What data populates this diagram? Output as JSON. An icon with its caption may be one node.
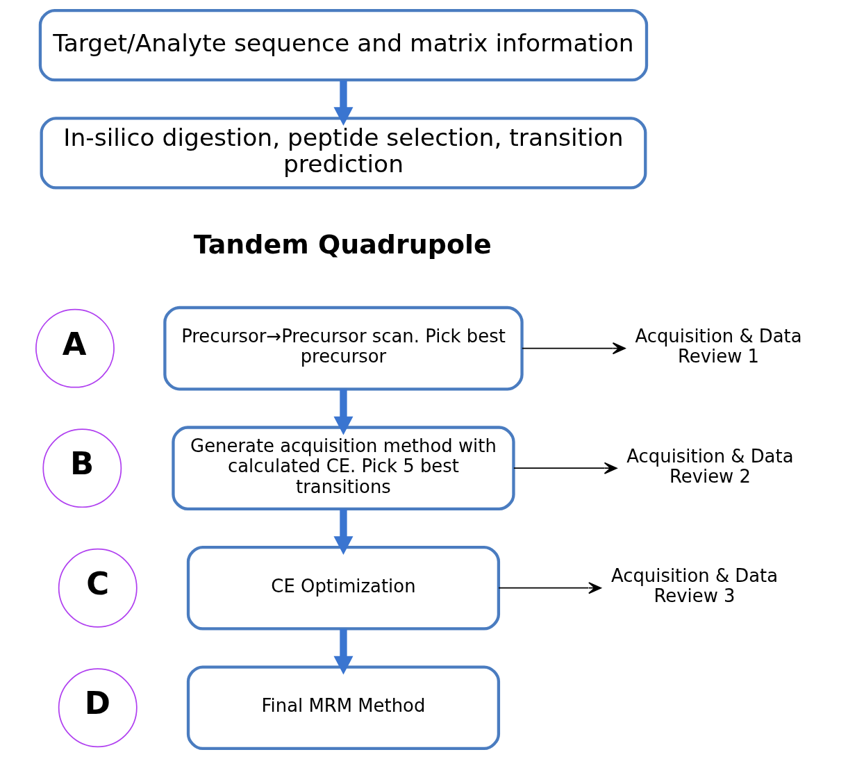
{
  "diagram": {
    "nodes": [
      {
        "text": [
          "Target/Analyte sequence and matrix information"
        ]
      },
      {
        "text": [
          "In-silico digestion, peptide selection, transition prediction"
        ]
      },
      {
        "text": [
          "A"
        ]
      },
      {
        "text": [
          "Precursor→Precursor scan. Pick best precursor"
        ]
      },
      {
        "text": [
          "Acquisition & Data Review 1"
        ]
      },
      {
        "text": [
          "B"
        ]
      },
      {
        "text": [
          "Generate acquisition method with calculated CE. Pick 5 best transitions"
        ]
      },
      {
        "text": [
          "Acquisition & Data Review 2"
        ]
      },
      {
        "text": [
          "C"
        ]
      },
      {
        "text": [
          "CE Optimization"
        ]
      },
      {
        "text": [
          "Acquisition & Data Review 3"
        ]
      },
      {
        "text": [
          "D"
        ]
      },
      {
        "text": [
          "Final MRM Method"
        ]
      }
    ],
    "edges": [
      {
        "from": 0,
        "to": 1,
        "arrow": "to"
      },
      {
        "from": 3,
        "to": 4,
        "arrow": "to",
        "color": "#000000"
      },
      {
        "from": 3,
        "to": 6,
        "arrow": "to"
      },
      {
        "from": 6,
        "to": 7,
        "arrow": "to",
        "color": "#000000"
      },
      {
        "from": 6,
        "to": 9,
        "arrow": "to"
      },
      {
        "from": 9,
        "to": 10,
        "arrow": "to",
        "color": "#000000"
      },
      {
        "from": 9,
        "to": 12,
        "arrow": "to"
      }
    ],
    "labels": [
      "Tandem Quadrupole"
    ]
  }
}
